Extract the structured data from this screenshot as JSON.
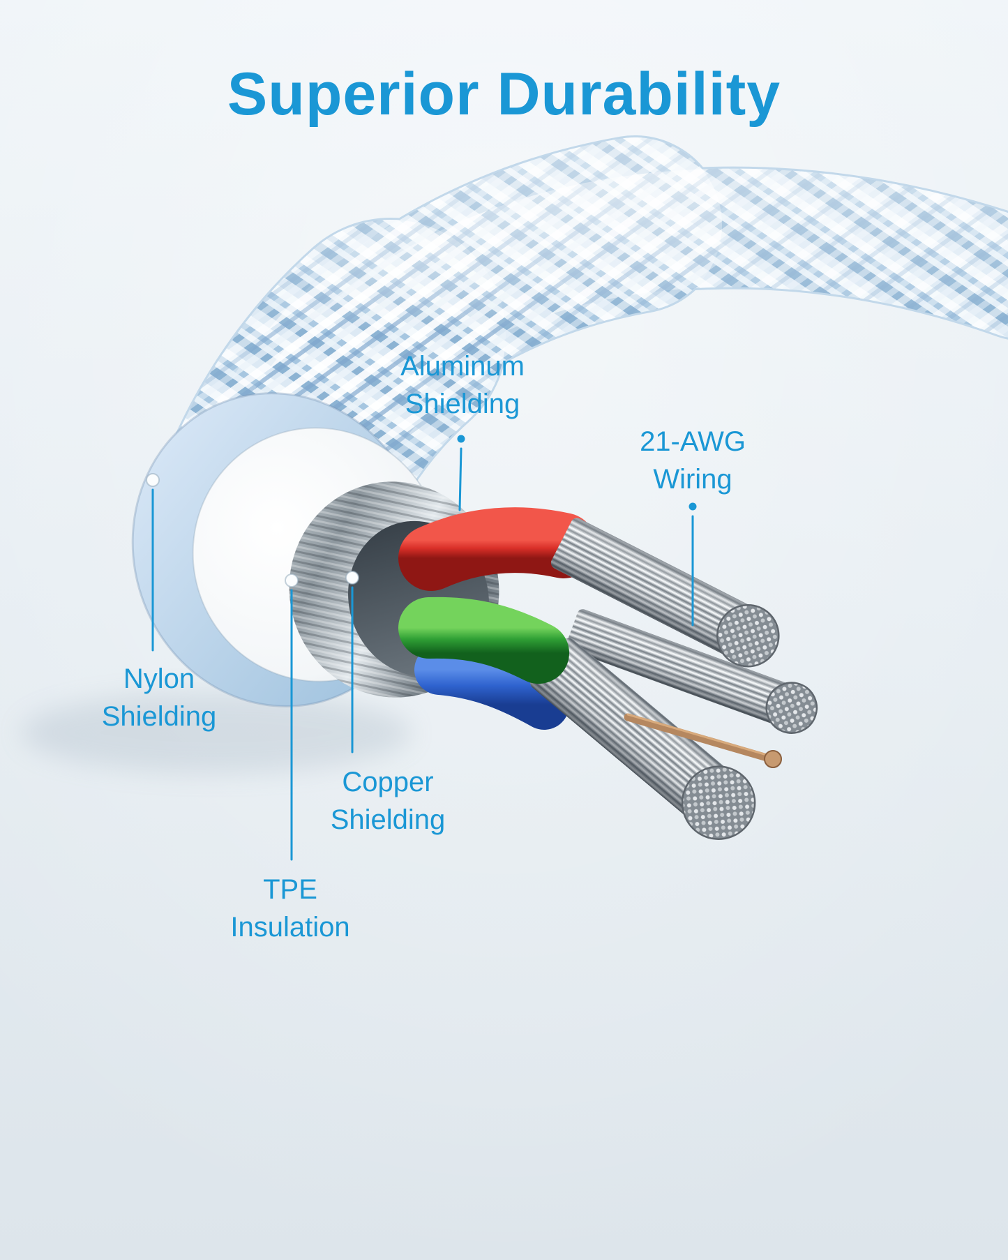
{
  "title": "Superior Durability",
  "theme": {
    "accent": "#1a97d5",
    "background_top": "#eff4f8",
    "background_bottom": "#dde5eb"
  },
  "callouts": {
    "aluminum": {
      "line1": "Aluminum",
      "line2": "Shielding"
    },
    "awg": {
      "line1": "21-AWG",
      "line2": "Wiring"
    },
    "nylon": {
      "line1": "Nylon",
      "line2": "Shielding"
    },
    "copper": {
      "line1": "Copper",
      "line2": "Shielding"
    },
    "tpe": {
      "line1": "TPE",
      "line2": "Insulation"
    }
  },
  "materials": {
    "jacket_braid": "#c7dcec",
    "tpe_insulation": "#f5f8fa",
    "metal_shield": "#9aa4ab",
    "wire_red": "#d92f28",
    "wire_green": "#2f9f35",
    "wire_blue": "#2f63cf",
    "copper_strand": "#b5875f",
    "silver_strand": "#b6bcc1"
  }
}
